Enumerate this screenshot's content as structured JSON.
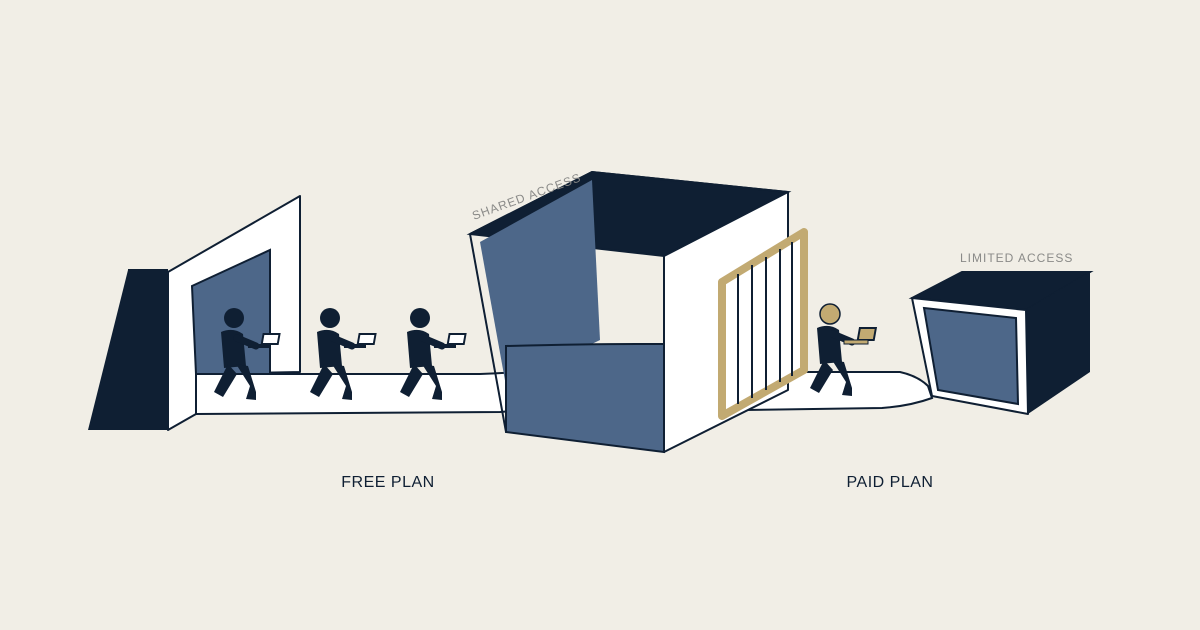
{
  "labels": {
    "free_plan": "FREE PLAN",
    "paid_plan": "PAID PLAN",
    "shared_access": "SHARED ACCESS",
    "limited_access": "LIMITED ACCESS"
  },
  "colors": {
    "background": "#f1eee6",
    "navy": "#0f1f33",
    "slate_blue": "#4d6789",
    "outline": "#0f1f33",
    "white": "#ffffff",
    "gold": "#c2aa72",
    "annotation_gray": "#8a8a88"
  },
  "figures": {
    "free_plan_walkers": 3,
    "paid_plan_walkers": 1
  },
  "icons": [
    "person-with-laptop-icon",
    "gate-icon"
  ]
}
